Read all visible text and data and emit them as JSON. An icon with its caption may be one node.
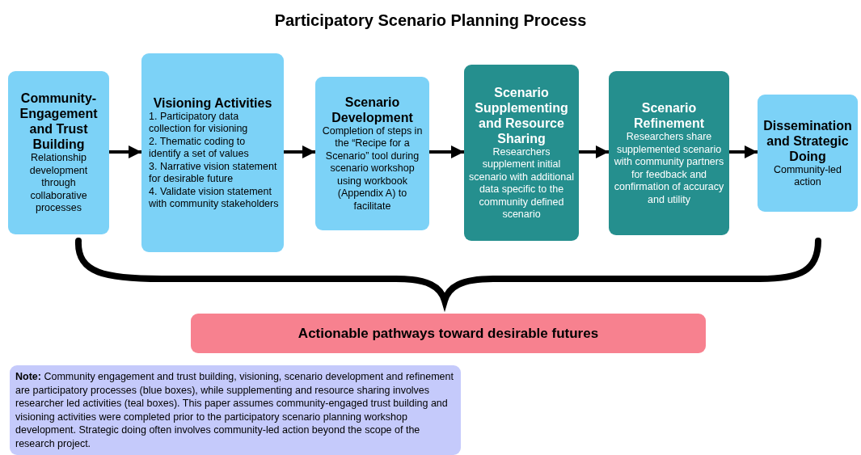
{
  "diagram": {
    "title": "Participatory Scenario Planning Process",
    "nodes": [
      {
        "text": [
          "Community-Engagement and Trust Building",
          "Relationship development through collaborative processes"
        ]
      },
      {
        "text": [
          "Visioning Activities",
          "1. Participatory data collection for visioning",
          "2. Thematic coding to identify a set of values",
          "3. Narrative vision statement for desirable future",
          "4. Validate vision statement with community stakeholders"
        ]
      },
      {
        "text": [
          "Scenario Development",
          "Completion of steps in the “Recipe for a Scenario” tool during scenario workshop using workbook (Appendix A) to facilitate"
        ]
      },
      {
        "text": [
          "Scenario Supplementing and Resource Sharing",
          "Researchers supplement initial scenario with additional data specific to the community defined scenario"
        ]
      },
      {
        "text": [
          "Scenario Refinement",
          "Researchers share supplemented scenario with community partners for feedback and confirmation of accuracy and utility"
        ]
      },
      {
        "text": [
          "Dissemination and Strategic Doing",
          "Community-led action"
        ]
      },
      {
        "text": [
          "Actionable pathways toward desirable futures"
        ]
      },
      {
        "text": [
          "**Note:** Community engagement and trust building, visioning, scenario development and refinement are participatory processes (blue boxes), while supplementing and resource sharing involves researcher led activities (teal boxes). This paper assumes community-engaged trust building and visioning activities were completed prior to the participatory scenario planning workshop development. Strategic doing often involves community-led action beyond the scope of the research project."
        ]
      }
    ],
    "edges": [
      {
        "from": 0,
        "to": 1,
        "arrow": "to"
      },
      {
        "from": 1,
        "to": 2,
        "arrow": "to"
      },
      {
        "from": 2,
        "to": 3,
        "arrow": "to"
      },
      {
        "from": 3,
        "to": 4,
        "arrow": "to"
      },
      {
        "from": 4,
        "to": 5,
        "arrow": "to"
      }
    ]
  }
}
